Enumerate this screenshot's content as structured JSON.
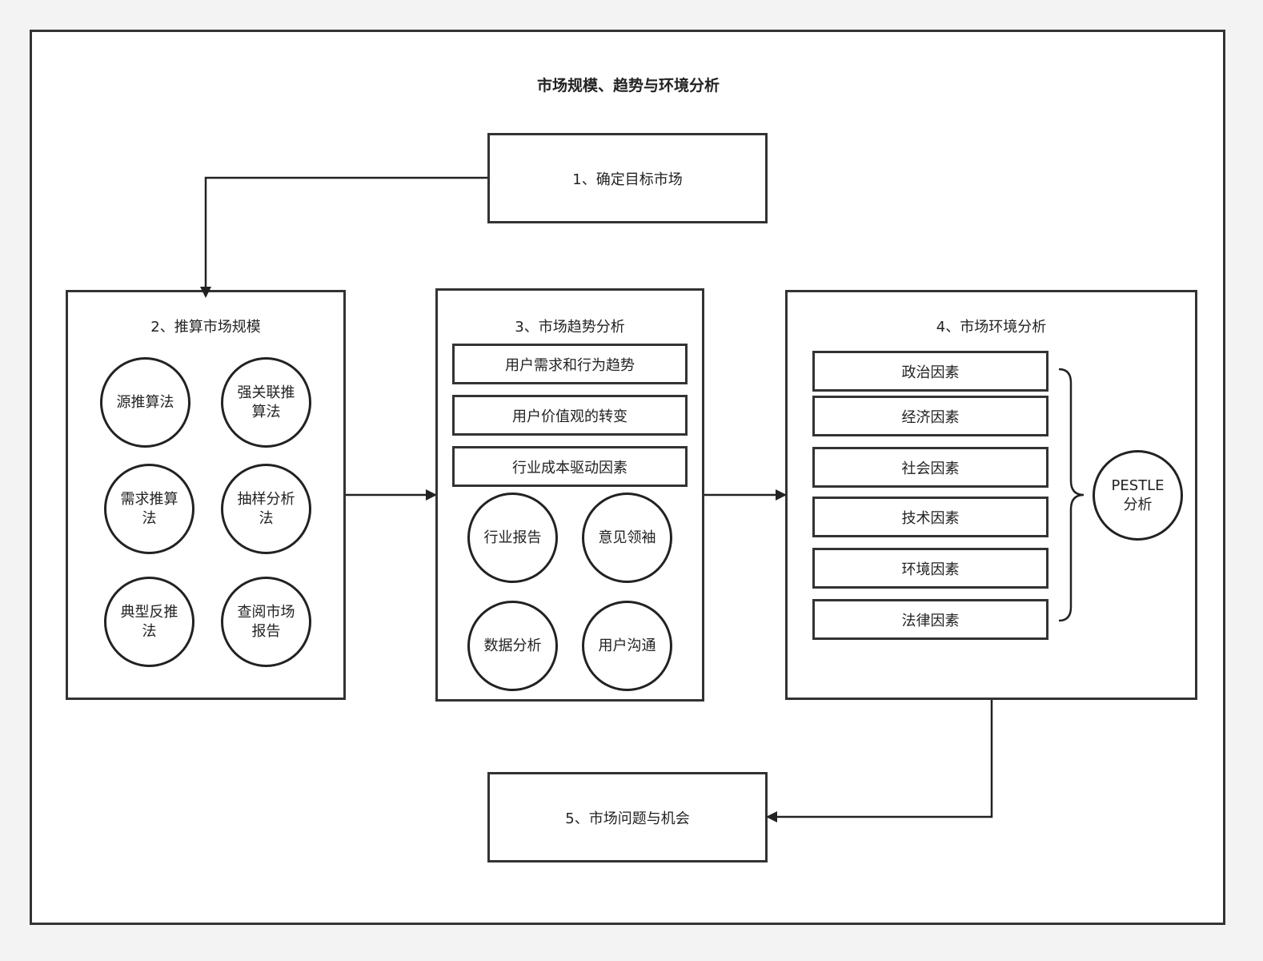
{
  "diagram": {
    "title": "市场规模、趋势与环境分析",
    "step1": {
      "label": "1、确定目标市场"
    },
    "step2": {
      "label": "2、推算市场规模",
      "methods": [
        "源推算法",
        "强关联推算法",
        "需求推算法",
        "抽样分析法",
        "典型反推法",
        "查阅市场报告"
      ]
    },
    "step3": {
      "label": "3、市场趋势分析",
      "trends": [
        "用户需求和行为趋势",
        "用户价值观的转变",
        "行业成本驱动因素"
      ],
      "sources": [
        "行业报告",
        "意见领袖",
        "数据分析",
        "用户沟通"
      ]
    },
    "step4": {
      "label": "4、市场环境分析",
      "factors": [
        "政治因素",
        "经济因素",
        "社会因素",
        "技术因素",
        "环境因素",
        "法律因素"
      ],
      "framework": "PESTLE 分析"
    },
    "step5": {
      "label": "5、市场问题与机会"
    }
  }
}
